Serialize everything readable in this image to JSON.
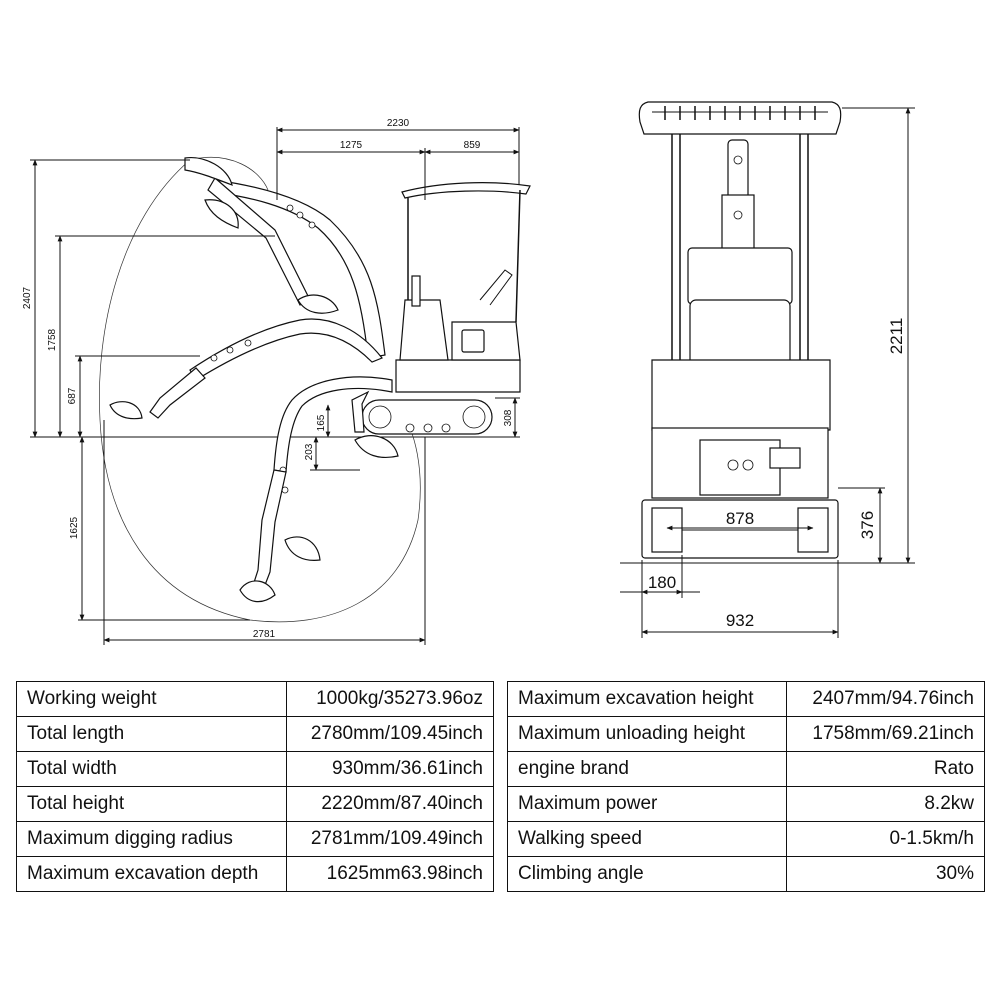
{
  "side_view": {
    "dimensions": {
      "overall_length": "2230",
      "front_section": "1275",
      "rear_section": "859",
      "max_height": "2407",
      "unload_height": "1758",
      "pivot_height": "687",
      "max_depth": "1625",
      "dig_radius": "2781",
      "track_height": "308",
      "blade_lift": "165",
      "blade_drop": "203"
    }
  },
  "front_view": {
    "dimensions": {
      "total_height": "2211",
      "track_gauge": "878",
      "blade_height": "376",
      "track_width": "180",
      "total_width": "932"
    }
  },
  "specs": {
    "left": [
      {
        "label": "Working weight",
        "value": "1000kg/35273.96oz"
      },
      {
        "label": "Total length",
        "value": "2780mm/109.45inch"
      },
      {
        "label": "Total width",
        "value": "930mm/36.61inch"
      },
      {
        "label": "Total height",
        "value": "2220mm/87.40inch"
      },
      {
        "label": "Maximum digging radius",
        "value": "2781mm/109.49inch"
      },
      {
        "label": "Maximum excavation depth",
        "value": "1625mm63.98inch"
      }
    ],
    "right": [
      {
        "label": "Maximum excavation height",
        "value": "2407mm/94.76inch"
      },
      {
        "label": "Maximum unloading height",
        "value": "1758mm/69.21inch"
      },
      {
        "label": "engine brand",
        "value": "Rato"
      },
      {
        "label": "Maximum power",
        "value": "8.2kw"
      },
      {
        "label": "Walking speed",
        "value": "0-1.5km/h"
      },
      {
        "label": "Climbing angle",
        "value": "30%"
      }
    ]
  }
}
